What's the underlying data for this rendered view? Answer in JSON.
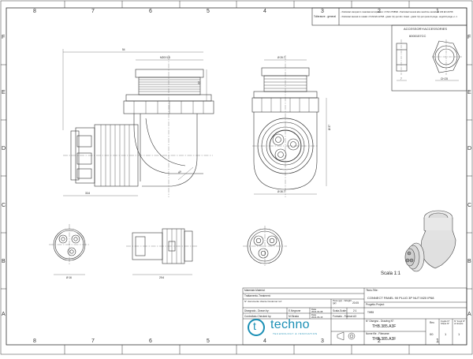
{
  "border": {
    "columns": [
      "8",
      "7",
      "6",
      "5",
      "4",
      "3",
      "2",
      "1"
    ],
    "rows": [
      "F",
      "E",
      "D",
      "C",
      "B",
      "A"
    ]
  },
  "tolerance": {
    "label": "Tolleranze - general",
    "line1": "- Particolari stampati in materiale termoplastico: rif ISO 2768MK  - Particolari lavorati alle macchine utensili: rif UNI EN 22768",
    "line2": "- Particolari lavorati in metallo: rif UNI EN 22768 - grado f (1) per dim. lineari - grado f (1) per quote di piega - angoli di piega +/- 1"
  },
  "accessory": {
    "title": "ACCESSORY/ACCESSORIES",
    "code": "6000157CC",
    "dim_left": "7",
    "dim_right": "CH 25"
  },
  "main_view": {
    "dim_top": "54",
    "dim_thread": "M20X1.5",
    "dim_side": "22",
    "dim_bottom": "33.6",
    "dim_radius": "R5"
  },
  "front_view": {
    "dim_top": "Ø 26.7",
    "dim_right": "Ø 37",
    "dim_bottom": "Ø 36.7"
  },
  "bottom_views": {
    "dim_left": "Ø 16",
    "dim_mid": "29.6"
  },
  "scale_label": "Scala 1:1",
  "title_block": {
    "material_label": "Materiale-Material:",
    "treatment_label": "Trattamento-Treatment:",
    "customer_doc_label": "N° documento cliente Customer ref:",
    "weight_label": "Peso [gr] - Weight [gr]:",
    "weight_value": "20.05",
    "designed_label": "Disegnato - Drawn by:",
    "designed_value": "E.Negrone",
    "date_label": "Data",
    "date1": "2022-04-08",
    "scale_label": "Scala-Scale:",
    "scale_value": "2:1",
    "checked_label": "Controllato-Checked by:",
    "checked_value": "M.Strada",
    "date2": "2022-06-15",
    "format_label": "Formato - Format:",
    "format_value": "A3",
    "title_label": "Titolo-Title:",
    "title_value": "CONNECT PANEL 90 PLUG 3P NUT M20 IP68",
    "project_label": "Progetto-Project:",
    "project_value": "THB5",
    "drawing_no_label": "N° Disegno - Drawing N°:",
    "drawing_no_value": "THB.385.A3F",
    "file_label": "Nome file - Filename:",
    "file_value": "THB.385.A3F",
    "rev_label": "Rev.",
    "rev_value": "00",
    "sheet_label": "Foglio N° Sheet N°",
    "sheet_value": "1",
    "sheets_label": "N° Fogli N° of sheets",
    "sheets_value": "1"
  },
  "brand": {
    "name": "techno",
    "tagline": "TECHNOLOGY & INNOVATION"
  }
}
